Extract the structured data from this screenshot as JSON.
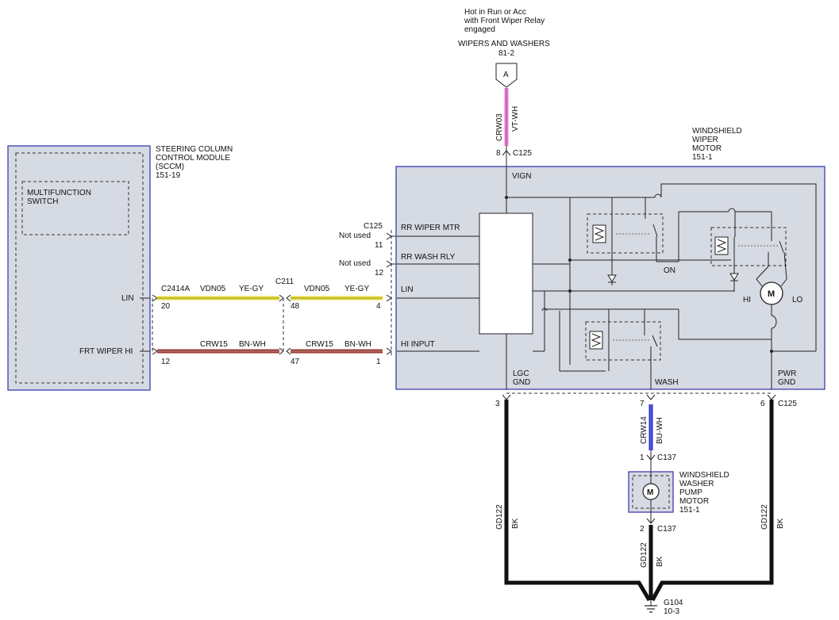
{
  "top_note": [
    "Hot in Run or Acc",
    "with Front Wiper Relay",
    "engaged"
  ],
  "top_ref": {
    "title": "WIPERS AND WASHERS",
    "page": "81-2",
    "connector_letter": "A"
  },
  "wire_top": {
    "circuit": "CRW03",
    "color": "VT-WH",
    "color_hex": "#e87ad8"
  },
  "sccm": {
    "name": [
      "STEERING COLUMN",
      "CONTROL MODULE",
      "(SCCM)"
    ],
    "ref": "151-19",
    "inner": [
      "MULTIFUNCTION",
      "SWITCH"
    ],
    "pin_lin": "LIN",
    "pin_frt": "FRT WIPER HI"
  },
  "wiper_motor": {
    "name": [
      "WINDSHIELD",
      "WIPER",
      "MOTOR"
    ],
    "ref": "151-1"
  },
  "wire_lin": {
    "conn": "C2414A",
    "circuit": "VDN05",
    "color": "YE-GY",
    "pin_left": "20",
    "pin_mid": "48",
    "pin_right": "4",
    "circuit2": "VDN05",
    "color2": "YE-GY",
    "color_hex": "#e6dc3a"
  },
  "wire_frt": {
    "circuit": "CRW15",
    "color": "BN-WH",
    "pin_left": "12",
    "pin_mid": "47",
    "pin_right": "1",
    "circuit2": "CRW15",
    "color2": "BN-WH",
    "color_hex": "#9a3a32"
  },
  "c211": "C211",
  "c125_side": {
    "conn": "C125",
    "not_used_1": "Not used",
    "pin_1": "11",
    "not_used_2": "Not used",
    "pin_2": "12"
  },
  "module_pins": {
    "rr_wiper": "RR WIPER MTR",
    "rr_wash": "RR WASH RLY",
    "lin": "LIN",
    "hi_input": "HI INPUT",
    "vign": "VIGN",
    "lgc_gnd": [
      "LGC",
      "GND"
    ],
    "wash": "WASH",
    "pwr_gnd": [
      "PWR",
      "GND"
    ],
    "on": "ON",
    "hi": "HI",
    "lo": "LO",
    "motor": "M"
  },
  "top_pin": {
    "num": "8",
    "conn": "C125"
  },
  "bottom_pins": {
    "p3": "3",
    "p7": "7",
    "p6": "6",
    "c125": "C125"
  },
  "washer_wire": {
    "circuit": "CRW14",
    "color": "BU-WH",
    "color_hex": "#2b2bd8",
    "pin1": "1",
    "conn1": "C137",
    "pin2": "2",
    "conn2": "C137"
  },
  "washer_pump": {
    "name": [
      "WINDSHIELD",
      "WASHER",
      "PUMP",
      "MOTOR"
    ],
    "ref": "151-1",
    "motor": "M"
  },
  "ground_wires": {
    "left": {
      "circuit": "GD122",
      "color": "BK"
    },
    "mid": {
      "circuit": "GD122",
      "color": "BK"
    },
    "right": {
      "circuit": "GD122",
      "color": "BK"
    }
  },
  "ground": {
    "name": "G104",
    "ref": "10-3"
  }
}
